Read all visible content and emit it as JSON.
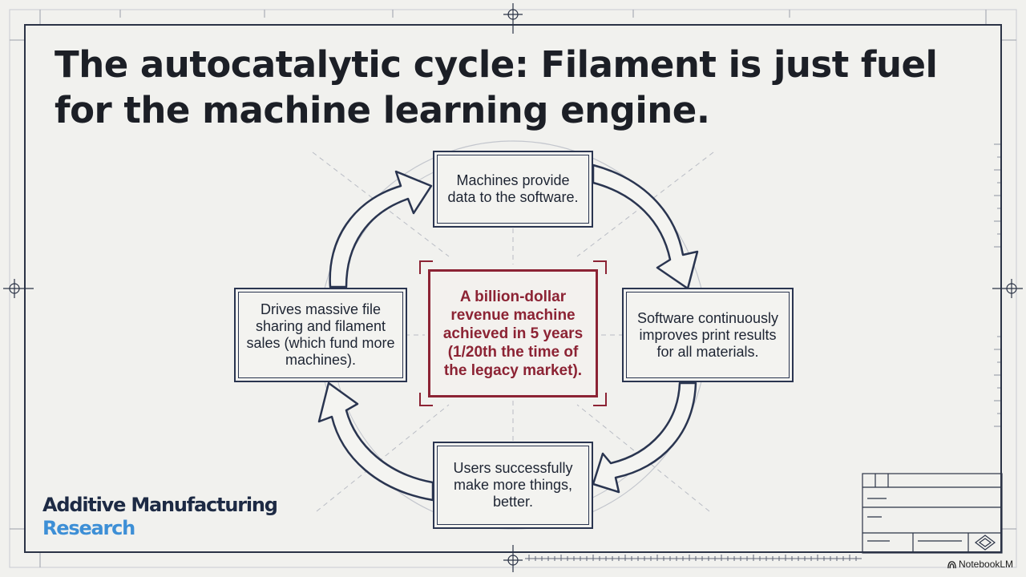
{
  "slide": {
    "title": "The autocatalytic cycle: Filament is just fuel for the machine learning engine.",
    "cycle_steps": [
      "Machines provide data to the software.",
      "Software continuously improves print results for all materials.",
      "Users successfully make more things, better.",
      "Drives massive file sharing and filament sales (which fund more machines)."
    ],
    "center_callout": "A billion-dollar revenue machine achieved in 5 years (1/20th the time of the legacy market).",
    "brand": {
      "line1": "Additive Manufacturing",
      "line2": "Research"
    },
    "watermark": "NotebookLM"
  },
  "colors": {
    "ink": "#2a3550",
    "accent_red": "#8c2334",
    "brand_navy": "#1d2a44",
    "brand_blue": "#3d8fd6",
    "background": "#f1f1ee"
  },
  "icons": [
    "crosshair-icon",
    "title-block-diamond-icon",
    "notebooklm-logo-icon"
  ]
}
